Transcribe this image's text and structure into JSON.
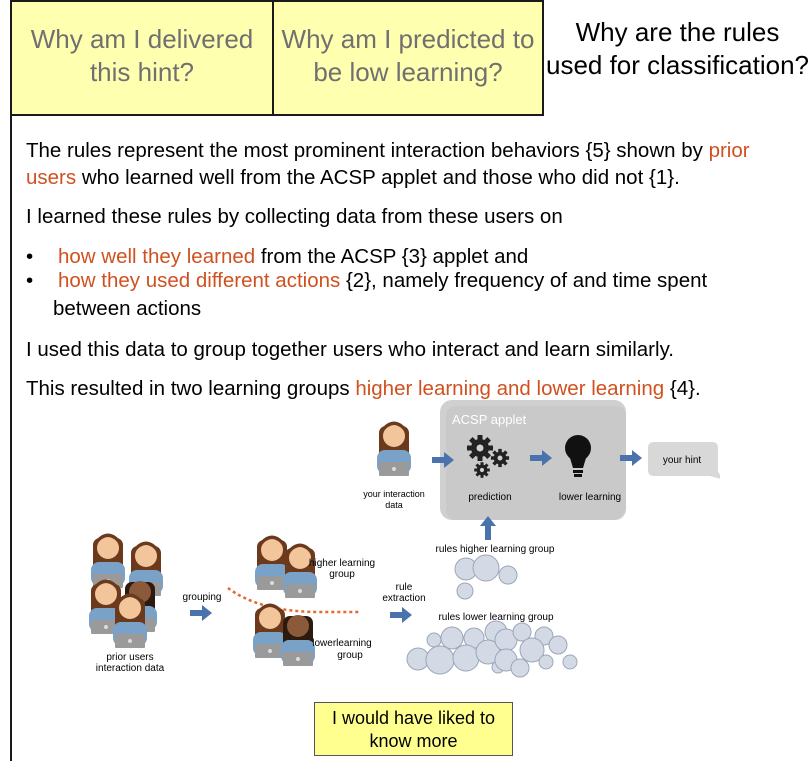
{
  "tabs": [
    {
      "label": "Why am I delivered this hint?"
    },
    {
      "label": "Why am I predicted to be low learning?"
    },
    {
      "label": "Why are the rules used for classification?"
    }
  ],
  "explanation": {
    "p1_a": "The rules represent the most prominent interaction behaviors {5} shown by ",
    "p1_b": "prior",
    "p1_c": "users",
    "p1_d": " who learned well from the ACSP applet and those who did not {1}.",
    "p2": "I learned these rules by collecting data from these users on",
    "bullet_symbol": "•",
    "b1_a": "how well they learned",
    "b1_b": " from the ACSP {3} applet and",
    "b2_a": "how they used different actions",
    "b2_b": " {2}, namely frequency of and time spent",
    "b2_c": "between actions",
    "p3": "I used this data to group together users who interact and learn similarly.",
    "p4_a": "This resulted in two learning groups ",
    "p4_b": "higher learning and lower learning",
    "p4_c": " {4}."
  },
  "diagram": {
    "applet_title": "ACSP applet",
    "prediction": "prediction",
    "lower_learning": "lower learning",
    "your_hint": "your hint",
    "your_interaction_1": "your interaction",
    "your_interaction_2": "data",
    "rules_higher": "rules higher learning group",
    "rules_lower": "rules lower learning group",
    "grouping": "grouping",
    "rule_extraction_1": "rule",
    "rule_extraction_2": "extraction",
    "higher_group_1": "higher learning",
    "higher_group_2": "group",
    "lower_group_1": "lowerlearning",
    "lower_group_2": "group",
    "prior_users_1": "prior users",
    "prior_users_2": "interaction data",
    "colors": {
      "arrow": "#4a72ad",
      "circle_fill": "#d3dae6",
      "circle_stroke": "#9aa6ba",
      "applet_bg": "#d0d0d0",
      "dotted": "#e46a2a",
      "skin_light": "#f3c59a",
      "skin_dark": "#8a5a3a",
      "hair": "#6b3a1d",
      "shirt": "#7aa2c8"
    }
  },
  "feedback": {
    "label_1": "I would have liked to",
    "label_2": "know more"
  }
}
